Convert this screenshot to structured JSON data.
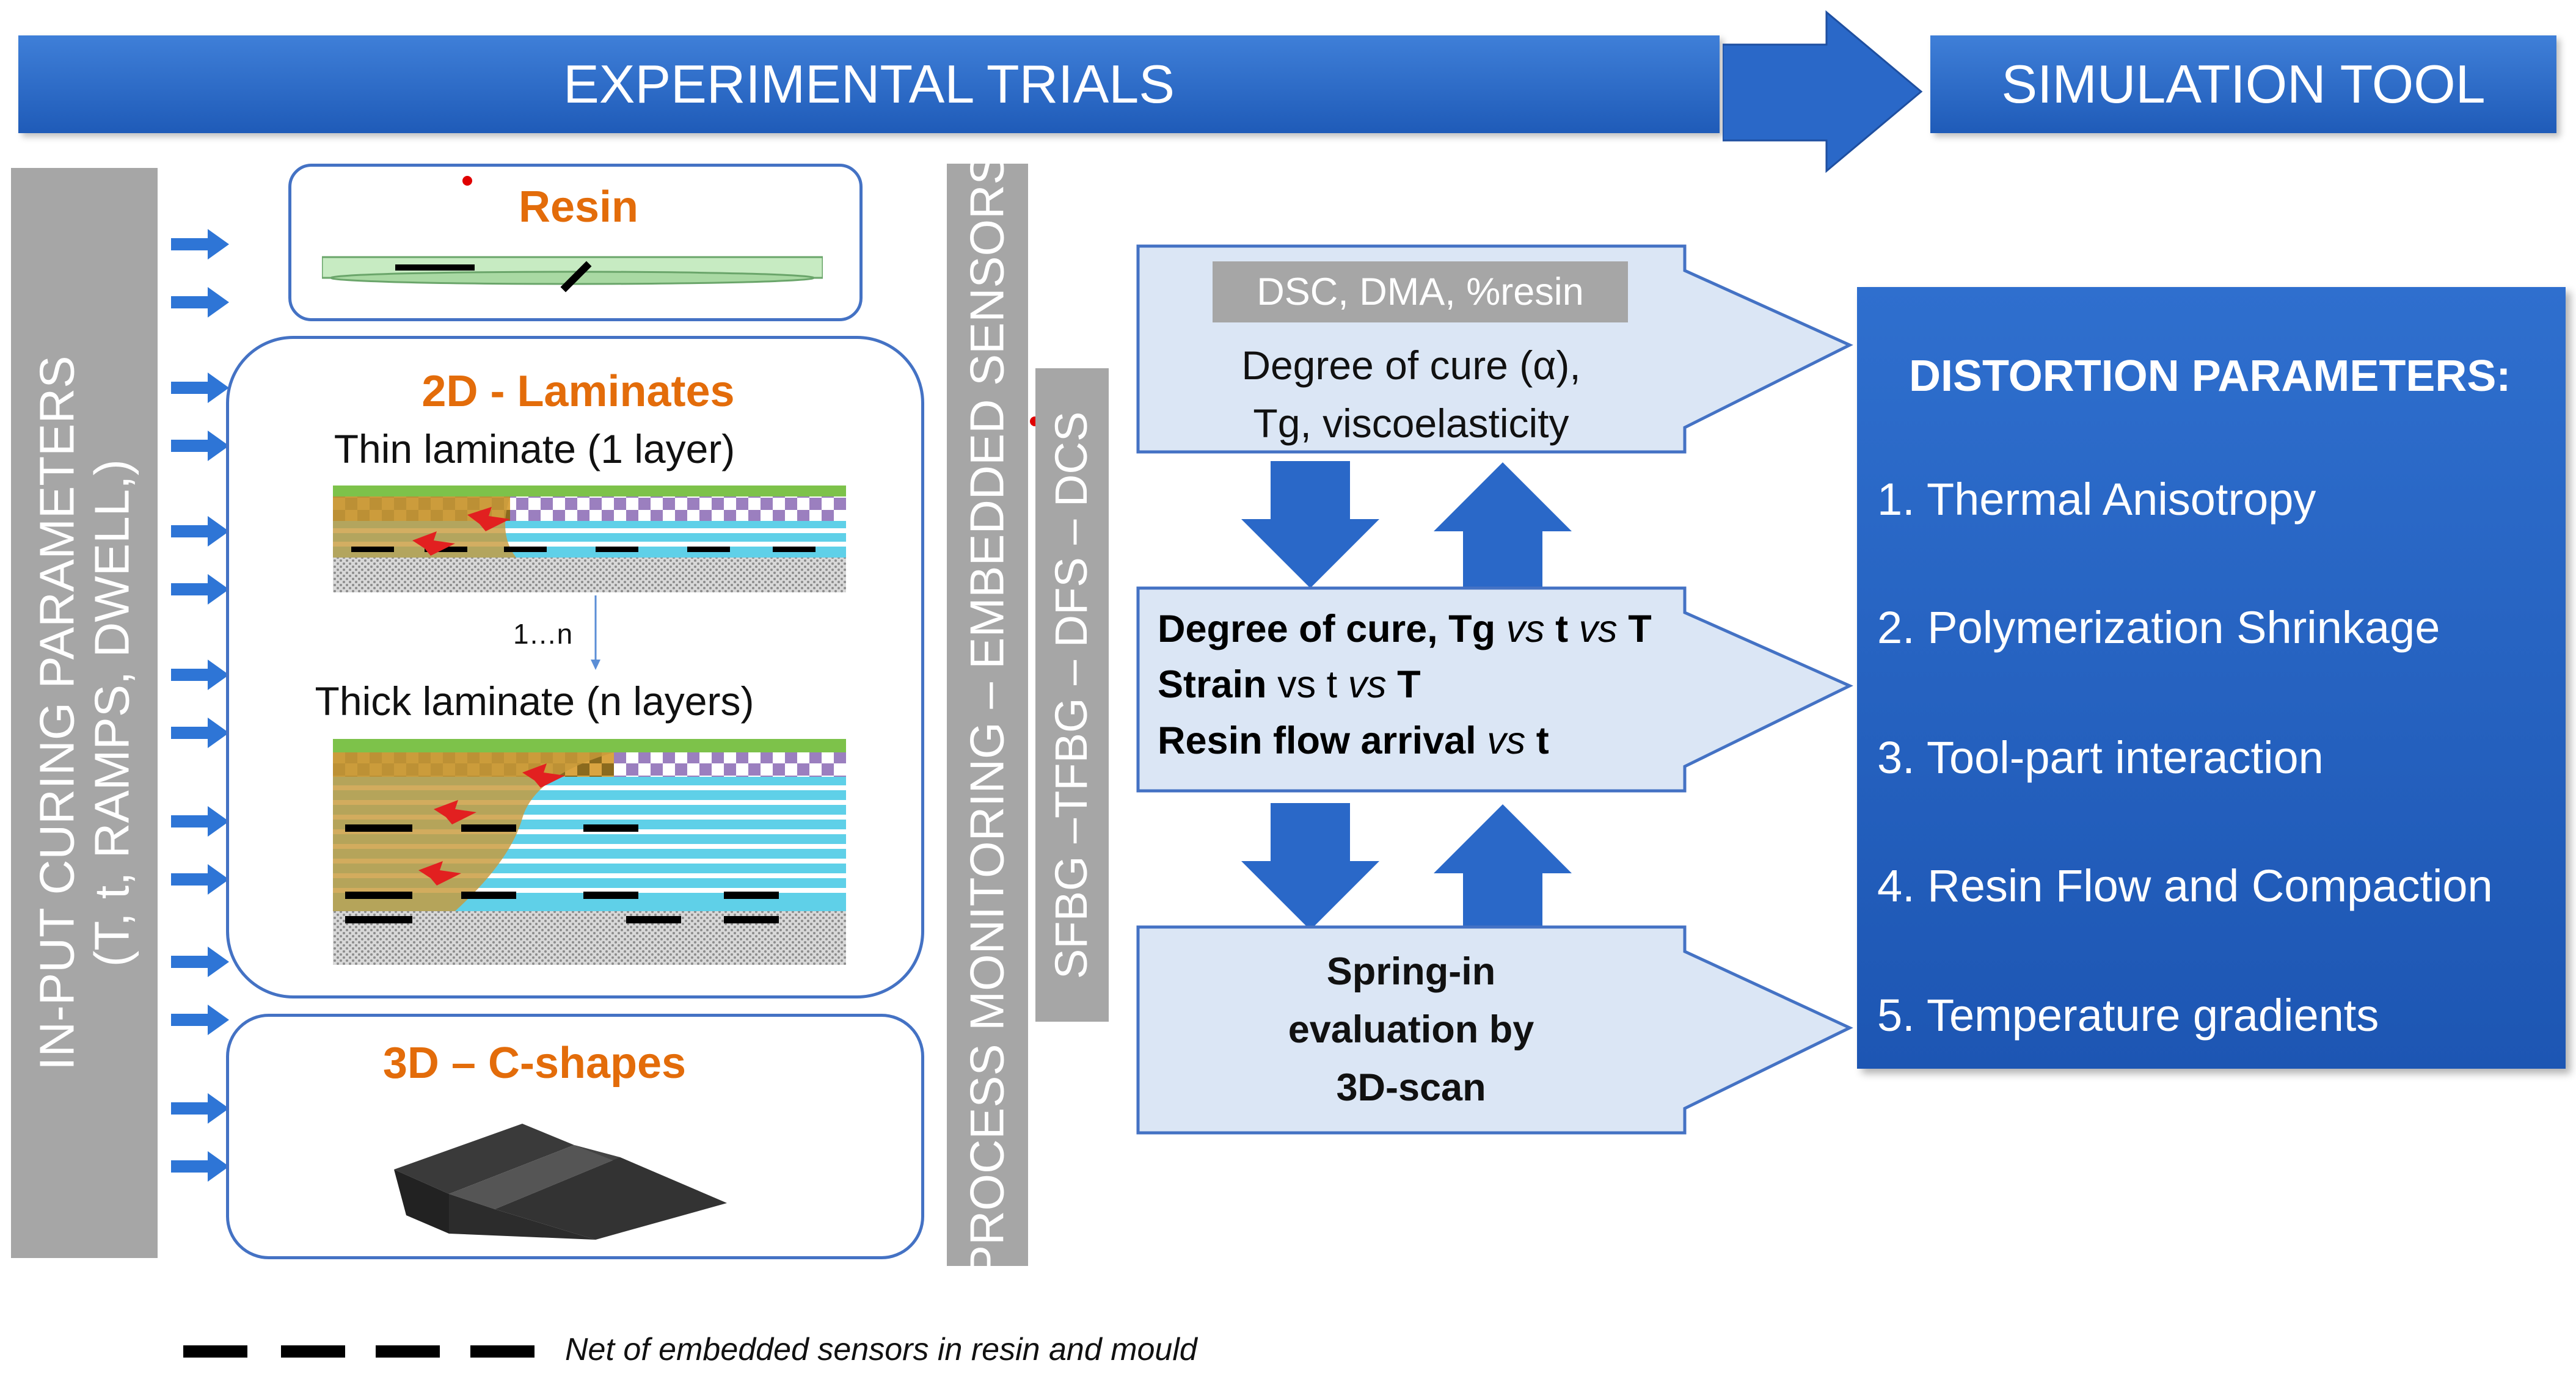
{
  "header": {
    "left_title": "EXPERIMENTAL TRIALS",
    "right_title": "SIMULATION TOOL"
  },
  "input_bar": {
    "line1": "IN-PUT CURING PARAMETERS",
    "line2": "(T, t, RAMPS, DWELL,)"
  },
  "specimens": {
    "resin": {
      "title": "Resin"
    },
    "laminates": {
      "title": "2D - Laminates",
      "thin": "Thin laminate (1 layer)",
      "step": "1…n",
      "thick": "Thick laminate (n layers)"
    },
    "cshapes": {
      "title": "3D – C-shapes"
    }
  },
  "monitoring_bar": {
    "text": "PROCESS MONITORING – EMBEDDED SENSORS"
  },
  "sensors_bar": {
    "text": "SFBG –TFBG – DFS – DCS"
  },
  "flow": {
    "box1": {
      "label": "DSC, DMA, %resin",
      "line1": "Degree of cure (α),",
      "line2": "Tg,  viscoelasticity"
    },
    "box2": {
      "l1_bold": "Degree of cure, Tg",
      "l1_it1": "vs",
      "l1_mid": "t",
      "l1_it2": "vs",
      "l1_end": "T",
      "l2_bold": "Strain",
      "l2_it1": "vs",
      "l2_mid": "t",
      "l2_it2": "vs",
      "l2_end": "T",
      "l3_bold": "Resin flow arrival",
      "l3_it": "vs",
      "l3_end": "t"
    },
    "box3": {
      "line1": "Spring-in",
      "line2": "evaluation by",
      "line3": "3D-scan"
    }
  },
  "distortion": {
    "title": "DISTORTION PARAMETERS:",
    "items": [
      "1. Thermal Anisotropy",
      "2. Polymerization Shrinkage",
      "3. Tool-part interaction",
      "4. Resin Flow and Compaction",
      "5. Temperature gradients"
    ]
  },
  "legend": {
    "text": "Net of embedded sensors in resin and mould"
  },
  "colors": {
    "banner_blue": "#2a68c8",
    "grey_bar": "#a6a6a6",
    "panel_border": "#4472c4",
    "flow_fill": "#dbe6f5",
    "orange_title": "#e36c0a",
    "distortion_blue": "#2563c5"
  }
}
